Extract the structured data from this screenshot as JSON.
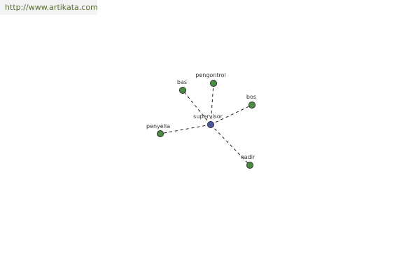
{
  "source_url": "http://www.artikata.com",
  "graph": {
    "center": {
      "label": "supervisor",
      "color": "#4b5798"
    },
    "node_color": "#4a8a44",
    "edge_style": "dashed",
    "nodes": [
      {
        "id": "bas",
        "label": "bas"
      },
      {
        "id": "pengontrol",
        "label": "pengontrol"
      },
      {
        "id": "bos",
        "label": "bos"
      },
      {
        "id": "penyelia",
        "label": "penyelia"
      },
      {
        "id": "nadir",
        "label": "nadir"
      }
    ]
  }
}
